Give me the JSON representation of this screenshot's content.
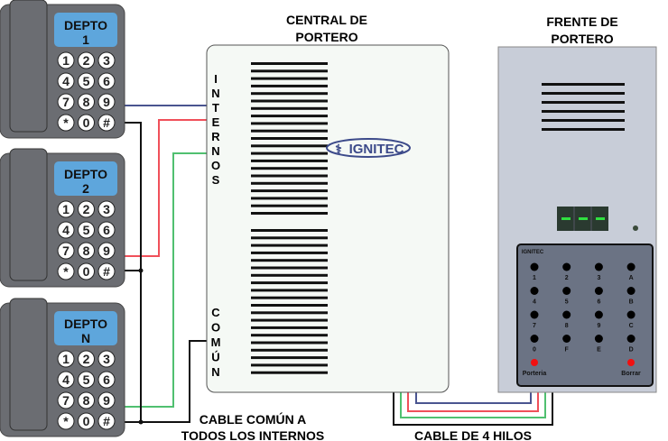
{
  "phones": [
    {
      "label_top": "DEPTO",
      "label_bottom": "1"
    },
    {
      "label_top": "DEPTO",
      "label_bottom": "2"
    },
    {
      "label_top": "DEPTO",
      "label_bottom": "N"
    }
  ],
  "phone_keys": [
    "1",
    "2",
    "3",
    "4",
    "5",
    "6",
    "7",
    "8",
    "9",
    "*",
    "0",
    "#"
  ],
  "central": {
    "title_line1": "CENTRAL DE",
    "title_line2": "PORTERO",
    "internos_letters": [
      "I",
      "N",
      "T",
      "E",
      "R",
      "N",
      "O",
      "S"
    ],
    "comun_letters": [
      "C",
      "O",
      "M",
      "Ú",
      "N"
    ],
    "logo": "IGNITEC"
  },
  "frente": {
    "title_line1": "FRENTE DE",
    "title_line2": "PORTERO",
    "logo": "IGNITEC",
    "keys": [
      "1",
      "2",
      "3",
      "A",
      "4",
      "5",
      "6",
      "B",
      "7",
      "8",
      "9",
      "C",
      "0",
      "F",
      "E",
      "D"
    ],
    "porteria_label": "Porteria",
    "borrar_label": "Borrar"
  },
  "labels": {
    "common_line1": "CABLE COMÚN A",
    "common_line2": "TODOS LOS INTERNOS",
    "four_wire": "CABLE DE 4 HILOS"
  },
  "colors": {
    "blue": "#4a5590",
    "red": "#f0505a",
    "green": "#50c070",
    "phone": "#6b6d72",
    "screen": "#5ea6dc",
    "panel": "#c8cdd8",
    "keypad": "#6b7384"
  }
}
